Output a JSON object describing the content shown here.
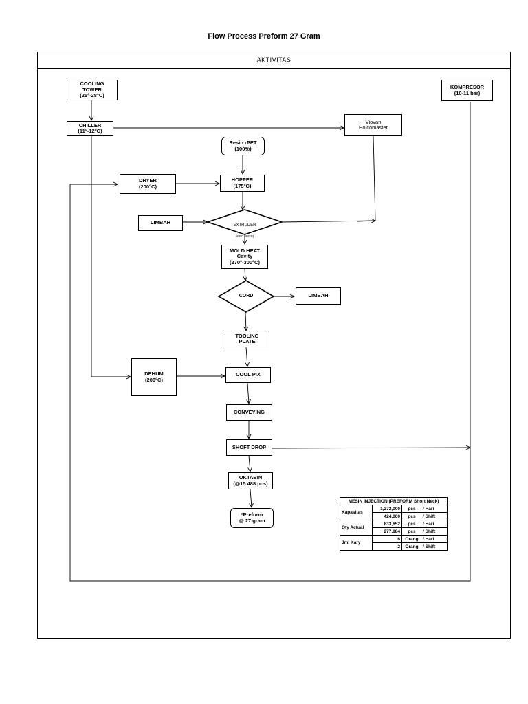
{
  "title": "Flow Process Preform 27 Gram",
  "section_header": "AKTIVITAS",
  "nodes": {
    "cooling_tower": "COOLING\nTOWER\n(25°-28°C)",
    "chiller": "CHILLER\n(11°-12°C)",
    "kompresor": "KOMPRESOR\n(10-11 bar)",
    "viovan": "Viovan\nHolcomaster",
    "resin": "Resin rPET\n(100%)",
    "dryer": "DRYER\n(200°C)",
    "hopper": "HOPPER\n(175°C)",
    "limbah_1": "LIMBAH",
    "extruder_label": "EXTRUDER",
    "extruder_temp": "(280°-300°C)",
    "mold_heat": "MOLD HEAT\nCavity\n(270°-300°C)",
    "cord": "CORD",
    "limbah_2": "LIMBAH",
    "tooling_plate": "TOOLING\nPLATE",
    "dehum": "DEHUM\n(200°C)",
    "cool_pix": "COOL PIX",
    "conveying": "CONVEYING",
    "shoft_drop": "SHOFT DROP",
    "oktabin": "OKTABIN\n(@15.488 pcs)",
    "preform": "*Preform\n@ 27 gram"
  },
  "table": {
    "title": "MESIN INJECTION (PREFORM Short Neck)",
    "groups": [
      {
        "label": "Kapasitas",
        "rows": [
          {
            "value": "1,272,000",
            "unit": "pcs",
            "per": "/ Hari"
          },
          {
            "value": "424,000",
            "unit": "pcs",
            "per": "/ Shift"
          }
        ]
      },
      {
        "label": "Qty Actual",
        "rows": [
          {
            "value": "833,652",
            "unit": "pcs",
            "per": "/ Hari"
          },
          {
            "value": "277,884",
            "unit": "pcs",
            "per": "/ Shift"
          }
        ]
      },
      {
        "label": "Jml Kary",
        "rows": [
          {
            "value": "6",
            "unit": "Orang",
            "per": "/ Hari"
          },
          {
            "value": "2",
            "unit": "Orang",
            "per": "/ Shift"
          }
        ]
      }
    ]
  }
}
